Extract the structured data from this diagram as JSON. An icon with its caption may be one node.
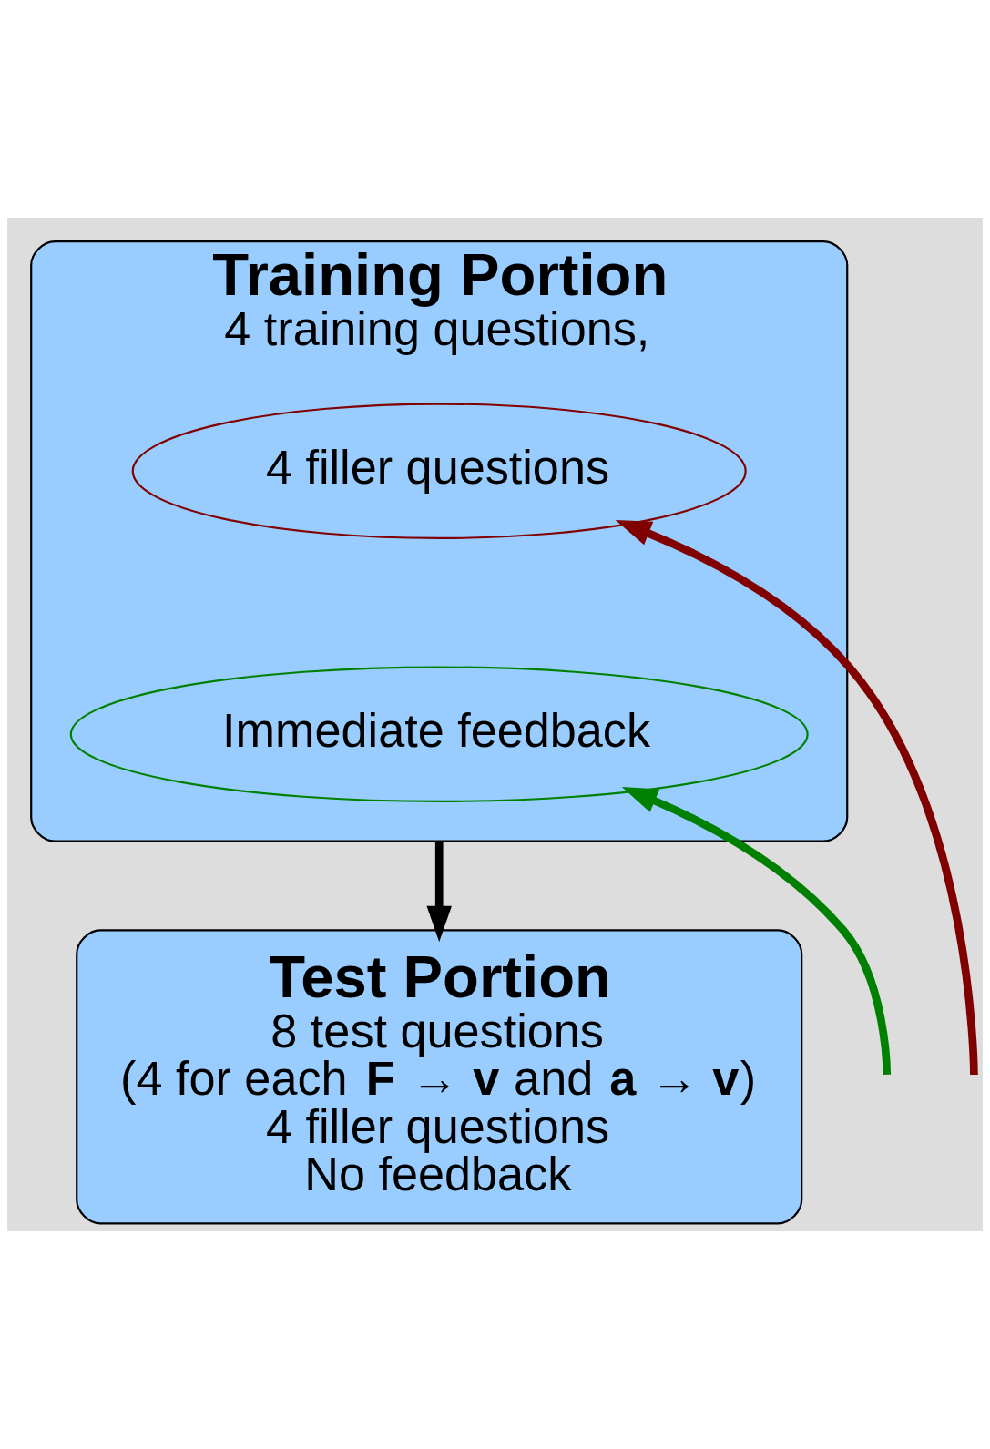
{
  "diagram": {
    "nodes": [
      {
        "text": [
          "Training Portion",
          "4 training questions,"
        ]
      },
      {
        "text": [
          "4 filler questions"
        ],
        "in": 0
      },
      {
        "text": [
          "Immediate feedback"
        ],
        "in": 0
      },
      {
        "text": [
          "Test Portion",
          "8 test questions",
          "(4 for each **F** → **v** and **a** → **v**)",
          "4 filler questions",
          "No feedback"
        ]
      }
    ],
    "edges": [
      {
        "from": null,
        "to": 1,
        "arrow": "to",
        "color": "#800000"
      },
      {
        "from": null,
        "to": 2,
        "arrow": "to",
        "color": "#008000"
      },
      {
        "from": 0,
        "to": 3,
        "arrow": "to",
        "color": "#000000"
      }
    ]
  }
}
